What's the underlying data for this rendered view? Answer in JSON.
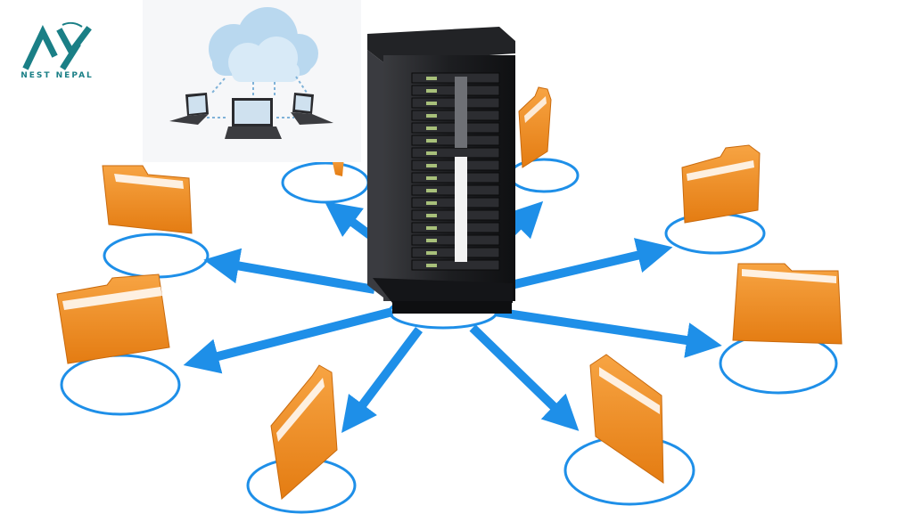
{
  "brand": {
    "name": "NEST NEPAL",
    "logo_icon": "nest-nepal-logo",
    "color": "#1a7f86"
  },
  "scene": {
    "hub_icon": "server-tower-icon",
    "node_icon": "folder-icon",
    "inset_icon": "cloud-network-icon",
    "node_count": 8,
    "colors": {
      "arrow": "#1e8fe8",
      "ring": "#1e8fe8",
      "folder": "#f08a1c",
      "folder_dark": "#c96a0d",
      "server": "#1c1d20"
    }
  }
}
